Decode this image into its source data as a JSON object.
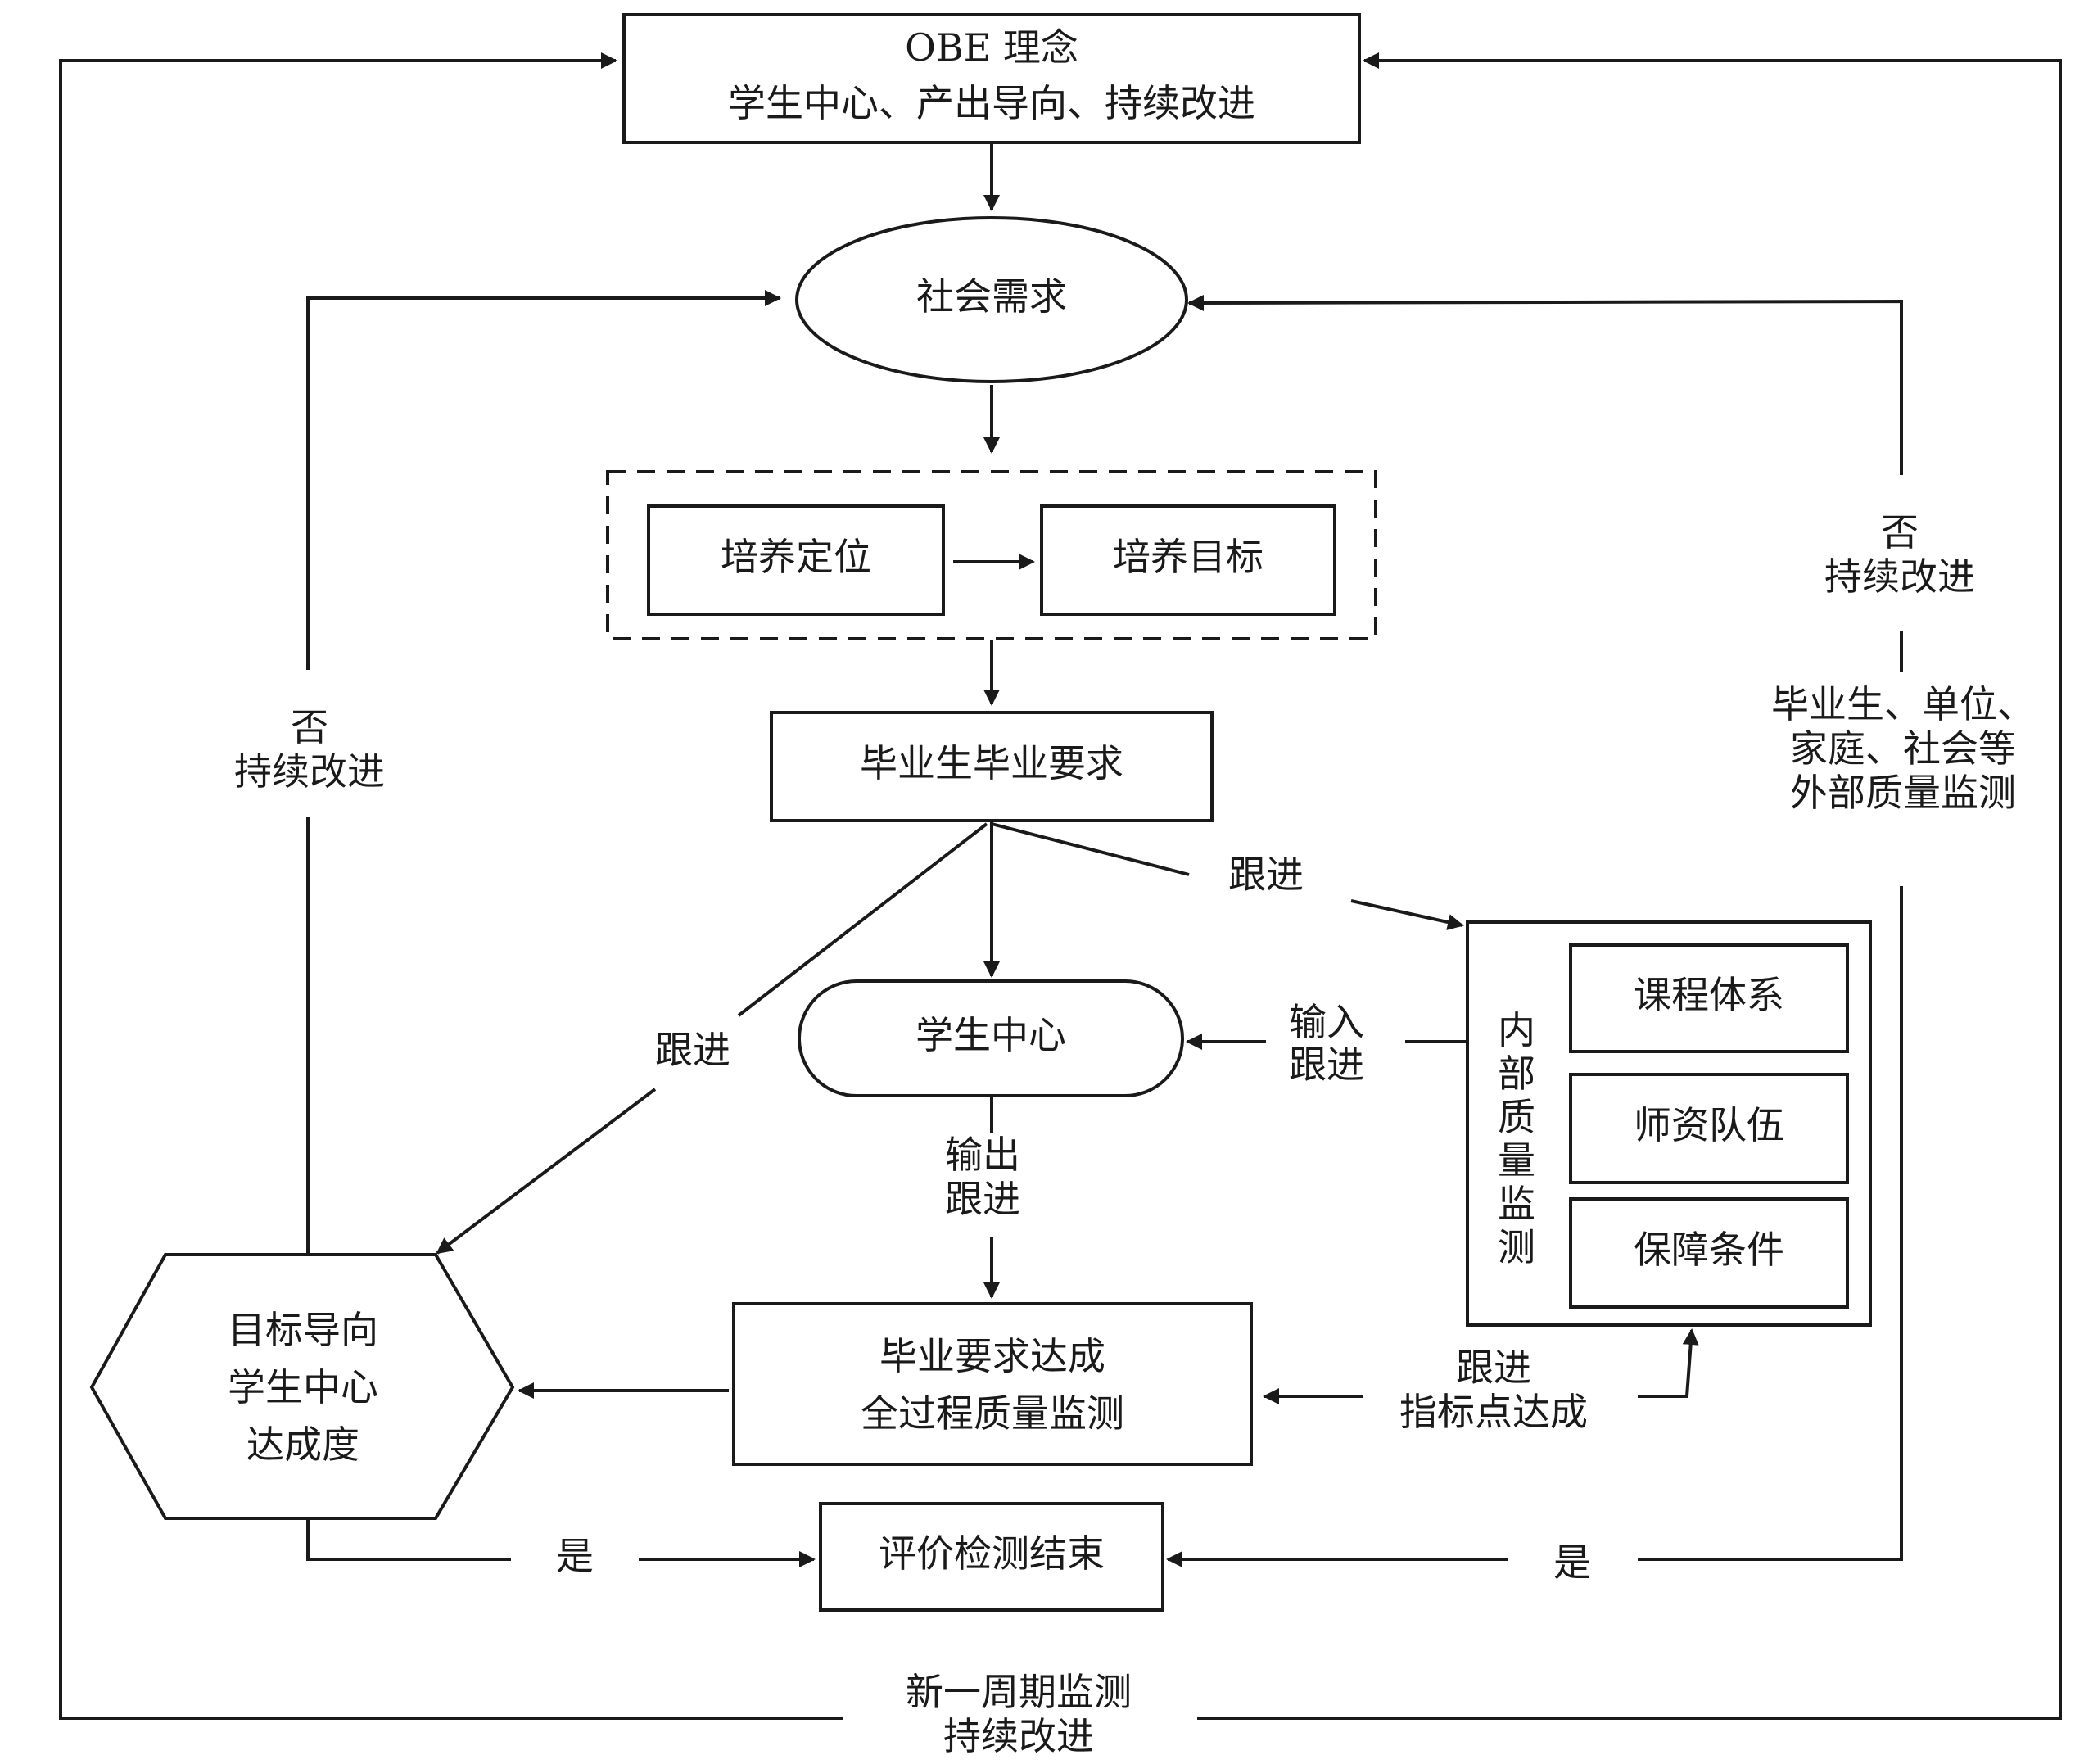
{
  "obe": {
    "line1": "OBE 理念",
    "line2": "学生中心、产出导向、持续改进"
  },
  "social_demand": "社会需求",
  "training_positioning": "培养定位",
  "training_goal": "培养目标",
  "graduation_requirements": "毕业生毕业要求",
  "student_center": "学生中心",
  "achievement": {
    "line1": "毕业要求达成",
    "line2": "全过程质量监测"
  },
  "hexagon": {
    "line1": "目标导向",
    "line2": "学生中心",
    "line3": "达成度"
  },
  "evaluation_end": "评价检测结束",
  "internal_monitoring": {
    "title": [
      "内",
      "部",
      "质",
      "量",
      "监",
      "测"
    ],
    "items": [
      "课程体系",
      "师资队伍",
      "保障条件"
    ]
  },
  "labels": {
    "follow_up_right": "跟进",
    "follow_up_left": "跟进",
    "input_follow": {
      "line1": "输入",
      "line2": "跟进"
    },
    "output_follow": {
      "line1": "输出",
      "line2": "跟进"
    },
    "indicator_follow": {
      "line1": "跟进",
      "line2": "指标点达成"
    },
    "left_no": {
      "line1": "否",
      "line2": "持续改进"
    },
    "right_no": {
      "line1": "否",
      "line2": "持续改进"
    },
    "external": {
      "line1": "毕业生、单位、",
      "line2": "家庭、社会等",
      "line3": "外部质量监测"
    },
    "yes_left": "是",
    "yes_right": "是",
    "new_cycle": {
      "line1": "新一周期监测",
      "line2": "持续改进"
    }
  }
}
